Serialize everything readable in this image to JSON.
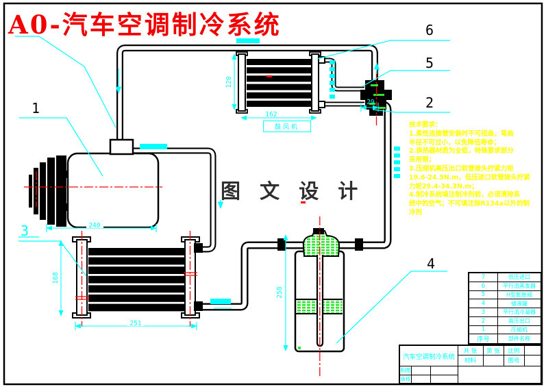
{
  "title": "A0-汽车空调制冷系统",
  "watermark": "图 文 设 计",
  "blower_label": "鼓风机",
  "tech_notes": {
    "lines": [
      "技术要求：",
      "    1.柔性连接管安装时不可扭曲，弯曲",
      "半径不可过小，以免降低寿命；",
      "    2.换热器材质为全铝，特殊要求部分",
      "采用铜；",
      "    3.压缩机高压出口软管接头拧紧力矩",
      "19.6-24.5N.m，低压进口软管接头拧紧",
      "力矩29.4-34.3N.m；",
      "    4.制冷系统填注制冷剂前，必须清除系",
      "统中的空气；不可填注除R134a以外的制",
      "冷剂"
    ]
  },
  "callouts": {
    "c1": "1",
    "c2": "2",
    "c3": "3",
    "c4": "4",
    "c5": "5",
    "c6": "6"
  },
  "dimensions": {
    "compressor_width": "240",
    "condenser_width": "251",
    "condenser_height": "168",
    "evaporator_height": "120",
    "evaporator_width": "162",
    "valve_offset": "29",
    "receiver_height": "258"
  },
  "parts_table": {
    "rows": [
      {
        "no": "7",
        "name": "低压进口"
      },
      {
        "no": "6",
        "name": "平行流蒸发器"
      },
      {
        "no": "5",
        "name": "H型膨胀阀"
      },
      {
        "no": "4",
        "name": "储液罐"
      },
      {
        "no": "3",
        "name": "平行流冷凝器"
      },
      {
        "no": "2",
        "name": "高压出口"
      },
      {
        "no": "1",
        "name": "压缩机"
      },
      {
        "no": "序号",
        "name": "部件名称"
      }
    ]
  },
  "title_block": {
    "drawing_title": "汽车空调制冷系统",
    "sheets_label": "共 张",
    "sheet_no_label": "第 张",
    "scale_label": "比例",
    "material_label": "材料",
    "drawing_no_label": "图号",
    "drafter_label": "制图",
    "checker_label": "审核"
  },
  "colors": {
    "title_red": "#f00000",
    "notes_yellow": "#ffff00",
    "cad_cyan": "#00ffff",
    "centerline_red": "#ff0000",
    "component_green": "#2ee62e",
    "line_black": "#000000"
  }
}
